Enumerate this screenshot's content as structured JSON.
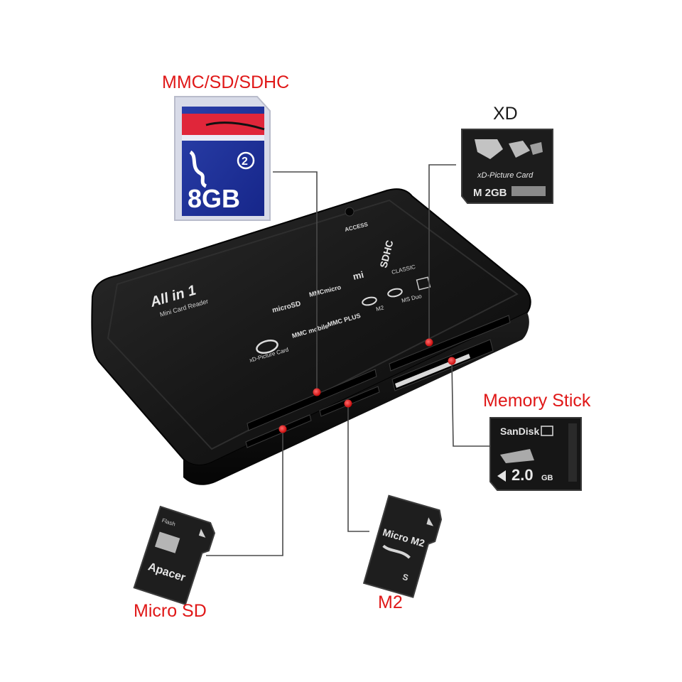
{
  "labels": {
    "sd": "MMC/SD/SDHC",
    "xd": "XD",
    "ms": "Memory Stick",
    "microsd": "Micro SD",
    "m2": "M2"
  },
  "reader": {
    "brand": "All in 1",
    "subtitle": "Mini Card Reader",
    "access": "ACCESS",
    "slots": {
      "microsd": "microSD",
      "mmcmicro": "MMCmicro",
      "m2": "M2",
      "msduo": "MS Duo",
      "xd": "xD-Picture Card",
      "mmcmobile": "MMC mobile",
      "mmcplus": "MMC PLUS",
      "sdhc": "SDHC",
      "classic": "CLASSIC"
    }
  },
  "cards": {
    "sd": {
      "capacity": "8GB",
      "class": "2"
    },
    "xd": {
      "name": "xD-Picture Card",
      "capacity": "M 2GB"
    },
    "ms": {
      "brand": "SanDisk",
      "capacity": "2.0",
      "unit": "GB"
    },
    "microsd": {
      "brand": "Apacer",
      "flash": "Flash"
    },
    "m2": {
      "name": "Micro M2"
    }
  },
  "colors": {
    "label_red": "#e01818",
    "label_dark": "#1a1a1a",
    "reader_body": "#151515",
    "led_red": "#e31b1b"
  }
}
